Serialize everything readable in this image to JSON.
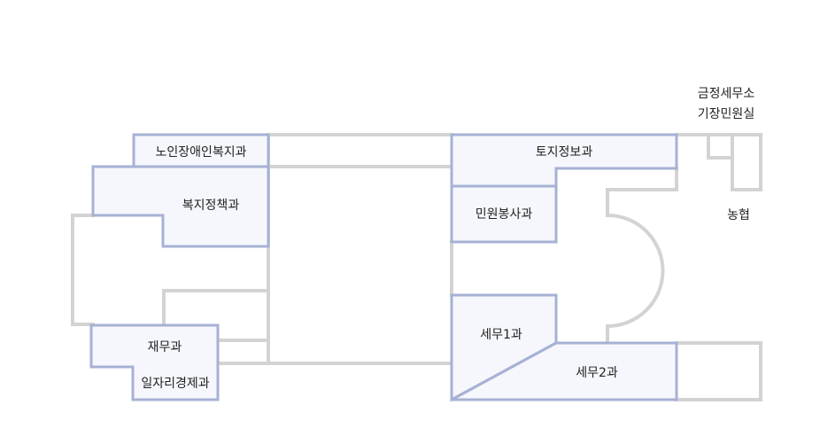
{
  "floor_plan": {
    "rooms": {
      "elderly_disabled_welfare": "노인장애인복지과",
      "welfare_policy": "복지정책과",
      "finance": "재무과",
      "jobs_economy": "일자리경제과",
      "land_info": "토지정보과",
      "civil_service": "민원봉사과",
      "tax1": "세무1과",
      "tax2": "세무2과"
    },
    "external_labels": {
      "tax_office_line1": "금정세무소",
      "tax_office_line2": "기장민원실",
      "nonghyup": "농협"
    }
  },
  "colors": {
    "wall": "#d3d3d3",
    "room_fill": "#f5f7fc",
    "room_border": "#a7b1d4",
    "text": "#222222"
  }
}
